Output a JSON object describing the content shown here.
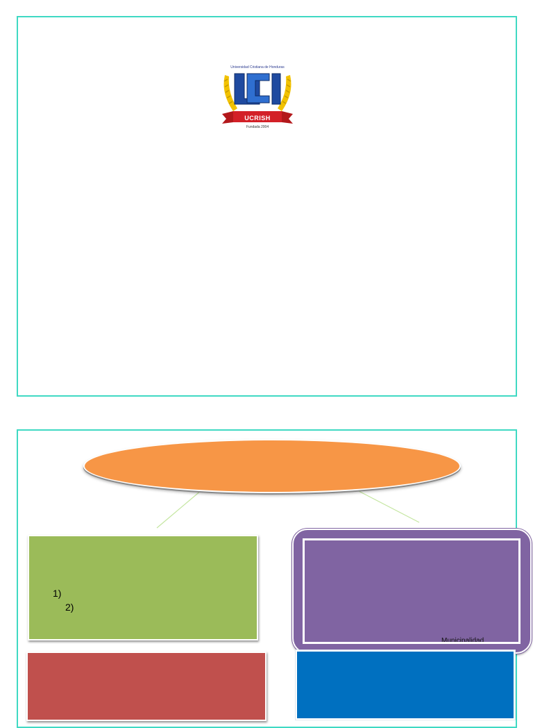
{
  "logo": {
    "university": "Universidad Cristiana de Honduras",
    "letters": "UCI",
    "acronym": "UCRISH",
    "founded": "Fundada 2004"
  },
  "diagram": {
    "left_list": [
      "1)",
      "2)"
    ],
    "purple_label": "Municipalidad"
  },
  "colors": {
    "frame": "#3fd9c3",
    "ellipse": "#f79646",
    "green": "#9bbb59",
    "purple": "#8064a2",
    "red": "#c0504d",
    "blue": "#0070c0"
  }
}
